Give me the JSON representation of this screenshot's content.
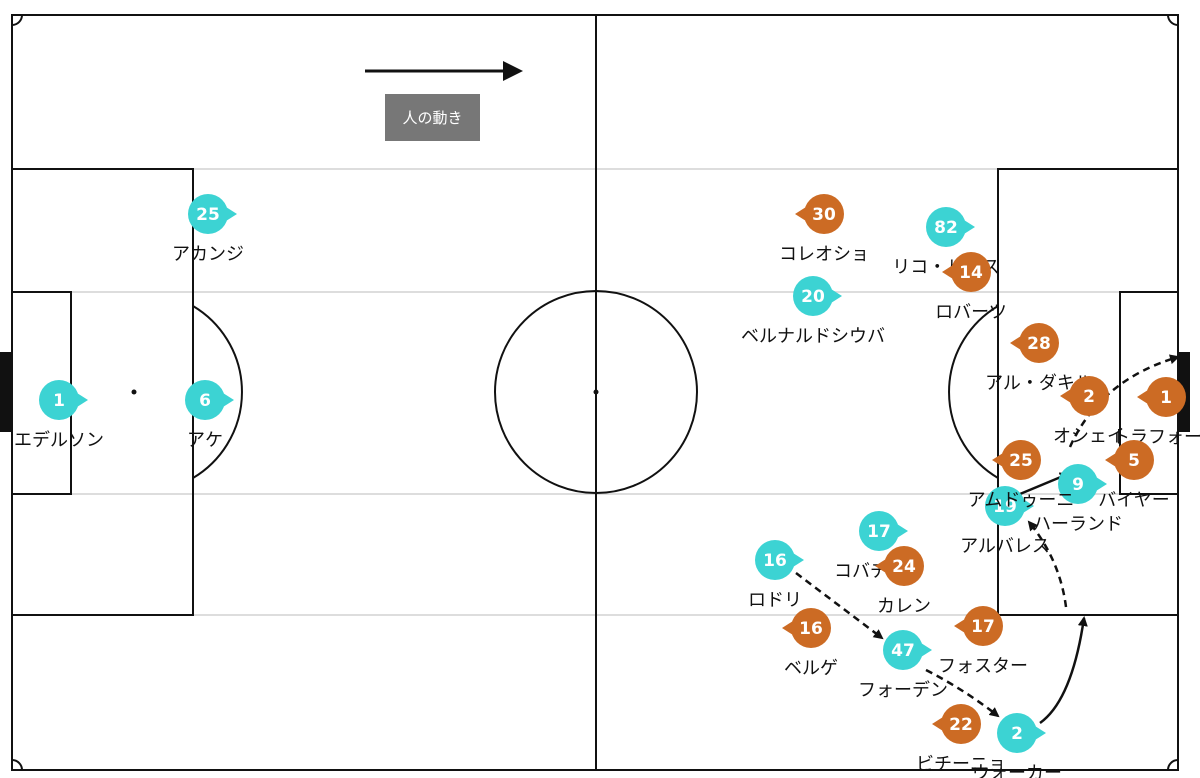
{
  "colors": {
    "home": "#3cd3d3",
    "away": "#cc6b24",
    "line": "#111111",
    "stripe": "#dddddd",
    "legend_bg": "#777777"
  },
  "legend": {
    "label": "人の動き",
    "arrow_icon": "arrow-right-icon"
  },
  "home_players": [
    {
      "number": "1",
      "name": "エデルソン"
    },
    {
      "number": "6",
      "name": "アケ"
    },
    {
      "number": "25",
      "name": "アカンジ"
    },
    {
      "number": "20",
      "name": "ベルナルドシウバ"
    },
    {
      "number": "82",
      "name": "リコ・ルイス"
    },
    {
      "number": "9",
      "name": "ハーランド"
    },
    {
      "number": "19",
      "name": "アルバレス"
    },
    {
      "number": "17",
      "name": "コバチッチ"
    },
    {
      "number": "16",
      "name": "ロドリ"
    },
    {
      "number": "47",
      "name": "フォーデン"
    },
    {
      "number": "2",
      "name": "ウォーカー"
    }
  ],
  "away_players": [
    {
      "number": "30",
      "name": "コレオショ"
    },
    {
      "number": "14",
      "name": "ロバーツ"
    },
    {
      "number": "28",
      "name": "アル・ダキル"
    },
    {
      "number": "2",
      "name": "オシェイ"
    },
    {
      "number": "1",
      "name": "トラフォード"
    },
    {
      "number": "25",
      "name": "アムドゥーニ"
    },
    {
      "number": "5",
      "name": "バイヤー"
    },
    {
      "number": "24",
      "name": "カレン"
    },
    {
      "number": "17",
      "name": "フォスター"
    },
    {
      "number": "16",
      "name": "ベルゲ"
    },
    {
      "number": "22",
      "name": "ビチーニョ"
    }
  ]
}
